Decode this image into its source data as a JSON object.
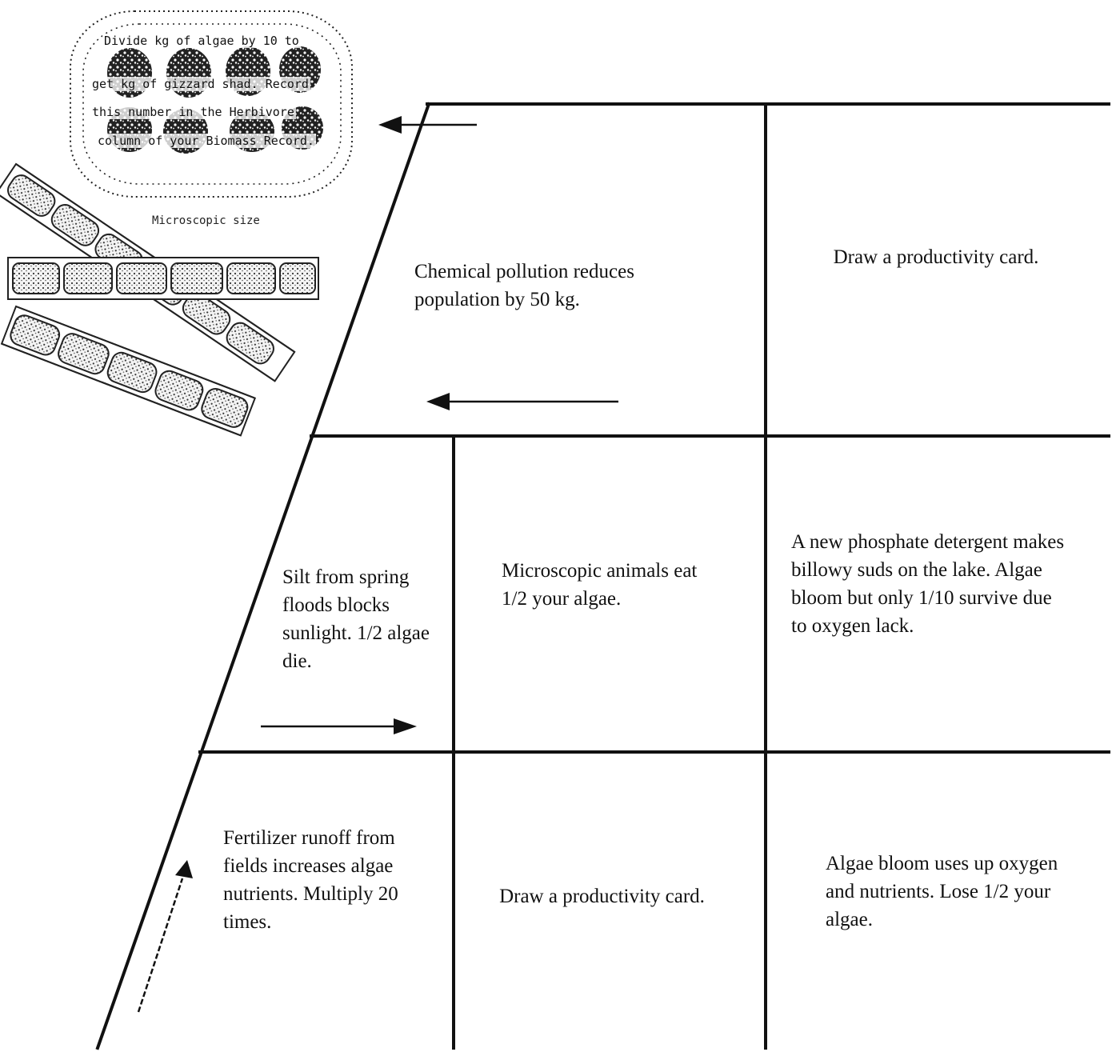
{
  "colors": {
    "ink": "#111111",
    "background": "#ffffff"
  },
  "illustration": {
    "subject": "algae filaments and gizzard shad",
    "instruction_lines": [
      "Divide kg of algae by 10 to",
      "get kg of gizzard shad. Record",
      "this number in the Herbivore",
      "column of your Biomass Record."
    ],
    "caption": "Microscopic size"
  },
  "cells": {
    "chemical_pollution": "Chemical pollution reduces population by 50 kg.",
    "productivity_top": "Draw a productivity card.",
    "silt": "Silt from spring floods blocks sunlight. 1/2 algae die.",
    "microscopic_animals": "Microscopic animals eat 1/2 your algae.",
    "phosphate": "A new phosphate detergent makes billowy suds on the lake. Algae bloom but only 1/10 survive due to oxygen lack.",
    "fertilizer": "Fertilizer runoff from fields increases algae nutrients. Multiply 20 times.",
    "productivity_bottom": "Draw a productivity card.",
    "algae_bloom": "Algae bloom uses up oxygen and nutrients. Lose 1/2 your algae."
  },
  "arrows": [
    {
      "id": "path-start",
      "direction": "up",
      "style": "dashed"
    },
    {
      "id": "row3-right",
      "direction": "right"
    },
    {
      "id": "row1-left",
      "direction": "left"
    },
    {
      "id": "exit-left",
      "direction": "left"
    }
  ]
}
